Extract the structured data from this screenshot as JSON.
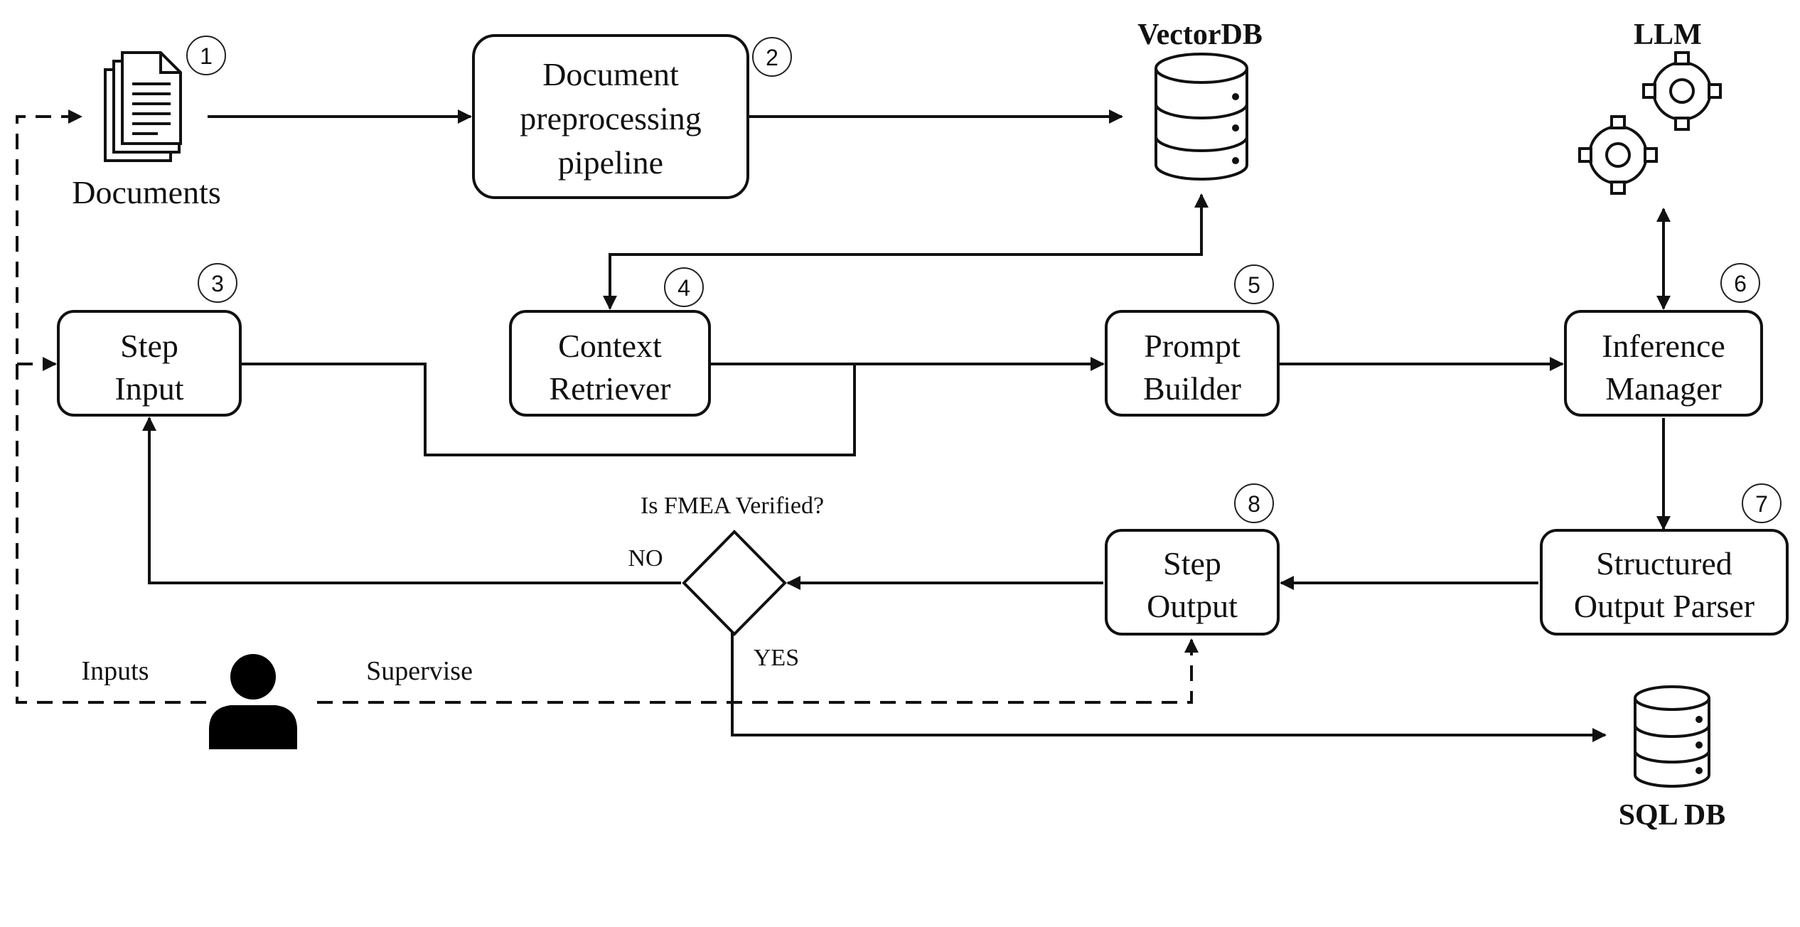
{
  "nodes": {
    "documents": {
      "label": "Documents",
      "step": "1"
    },
    "preprocessing": {
      "line1": "Document",
      "line2": "preprocessing",
      "line3": "pipeline",
      "step": "2"
    },
    "vectordb": {
      "label": "VectorDB"
    },
    "llm": {
      "label": "LLM"
    },
    "step_input": {
      "line1": "Step",
      "line2": "Input",
      "step": "3"
    },
    "context_retriever": {
      "line1": "Context",
      "line2": "Retriever",
      "step": "4"
    },
    "prompt_builder": {
      "line1": "Prompt",
      "line2": "Builder",
      "step": "5"
    },
    "inference_manager": {
      "line1": "Inference",
      "line2": "Manager",
      "step": "6"
    },
    "structured_output_parser": {
      "line1": "Structured",
      "line2": "Output Parser",
      "step": "7"
    },
    "step_output": {
      "line1": "Step",
      "line2": "Output",
      "step": "8"
    },
    "decision": {
      "question": "Is FMEA Verified?",
      "no": "NO",
      "yes": "YES"
    },
    "sqldb": {
      "label": "SQL DB"
    },
    "user": {
      "inputs": "Inputs",
      "supervise": "Supervise"
    }
  }
}
